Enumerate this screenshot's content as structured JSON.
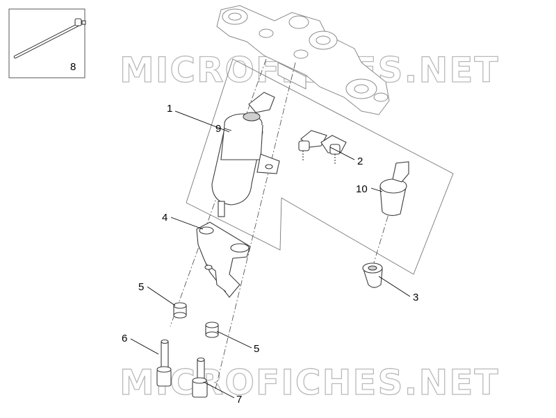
{
  "watermark": {
    "top": "MICROFICHES.NET",
    "bottom": "MICROFICHES.NET"
  },
  "callouts": {
    "c1": "1",
    "c2": "2",
    "c3": "3",
    "c4": "4",
    "c5a": "5",
    "c5b": "5",
    "c6": "6",
    "c7": "7",
    "c8": "8",
    "c9": "9",
    "c10": "10"
  }
}
